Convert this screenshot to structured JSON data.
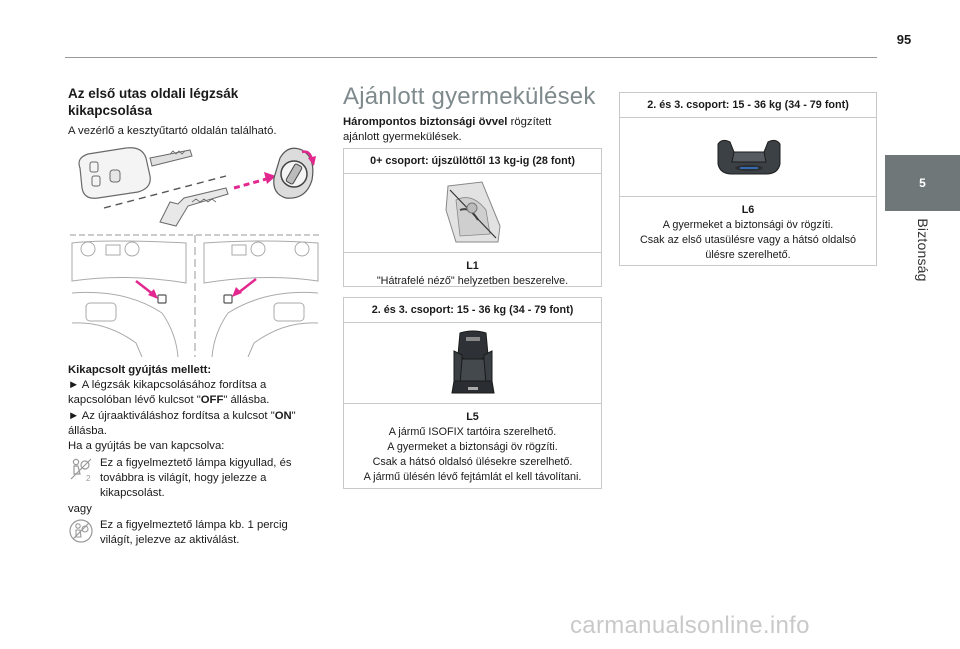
{
  "page_number": "95",
  "section_tab": {
    "number": "5",
    "label": "Biztonság"
  },
  "left": {
    "heading": "Az első utas oldali légzsák kikapcsolása",
    "intro": "A vezérlő a kesztyűtartó oldalán található.",
    "off_heading": "Kikapcsolt gyújtás mellett:",
    "step1_a": "► A légzsák kikapcsolásához fordítsa a kapcsolóban lévő kulcsot \"",
    "step1_b": "OFF",
    "step1_c": "\" állásba.",
    "step2_a": "► Az újraaktiváláshoz fordítsa a kulcsot \"",
    "step2_b": "ON",
    "step2_c": "\" állásba.",
    "ignition_on": "Ha a gyújtás be van kapcsolva:",
    "warn1": "Ez a figyelmeztető lámpa kigyullad, és továbbra is világít, hogy jelezze a kikapcsolást.",
    "or": "vagy",
    "warn2": "Ez a figyelmeztető lámpa kb. 1 percig világít, jelezve az aktiválást.",
    "icons": {
      "warn1": "airbag-off-warning-icon",
      "warn2": "airbag-on-warning-icon"
    }
  },
  "middle": {
    "title": "Ajánlott gyermekülések",
    "intro_bold": "Hárompontos biztonsági övvel",
    "intro_rest": " rögzített ajánlott gyermekülések.",
    "box1": {
      "header": "0+ csoport: újszülöttől 13 kg-ig (28 font)",
      "code": "L1",
      "lines": [
        "\"Hátrafelé néző\" helyzetben beszerelve."
      ]
    },
    "box2": {
      "header": "2. és 3. csoport: 15 - 36 kg (34 - 79 font)",
      "code": "L5",
      "lines": [
        "A jármű ISOFIX tartóira szerelhető.",
        "A gyermeket a biztonsági öv rögzíti.",
        "Csak a hátsó oldalsó ülésekre szerelhető.",
        "A jármű ülésén lévő fejtámlát el kell távolítani."
      ]
    }
  },
  "right": {
    "box3": {
      "header": "2. és 3. csoport: 15 - 36 kg (34 - 79 font)",
      "code": "L6",
      "lines": [
        "A gyermeket a biztonsági öv rögzíti.",
        "Csak az első utasülésre vagy a hátsó oldalsó ülésre szerelhető."
      ]
    }
  },
  "watermark": "carmanualsonline.info",
  "colors": {
    "accent_magenta": "#e2288f",
    "tab_gray": "#6f7779",
    "title_gray": "#7f8a8c"
  }
}
